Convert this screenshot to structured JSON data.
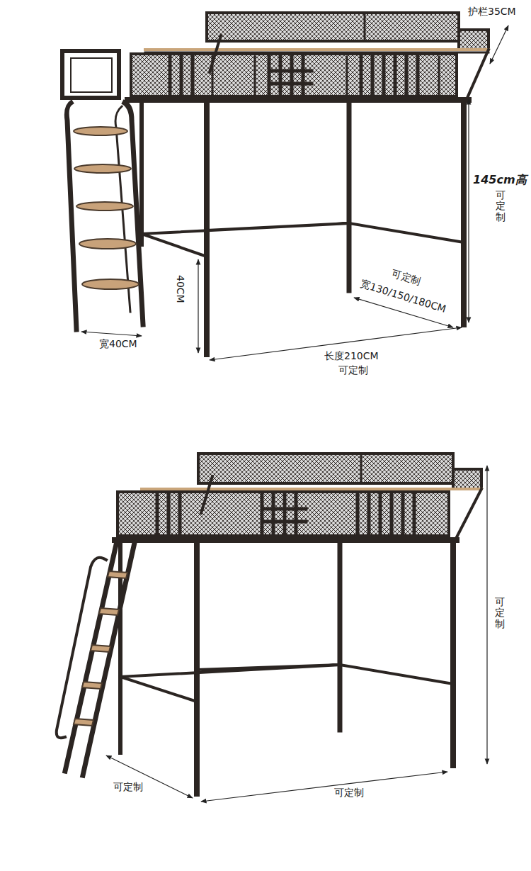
{
  "diagram": {
    "labels": [
      "护栏35CM",
      "145cm高",
      "可定制",
      "可定制",
      "宽130/150/180CM",
      "40CM",
      "宽40CM",
      "长度210CM",
      "可定制",
      "可定制",
      "可定制",
      "可定制"
    ]
  }
}
